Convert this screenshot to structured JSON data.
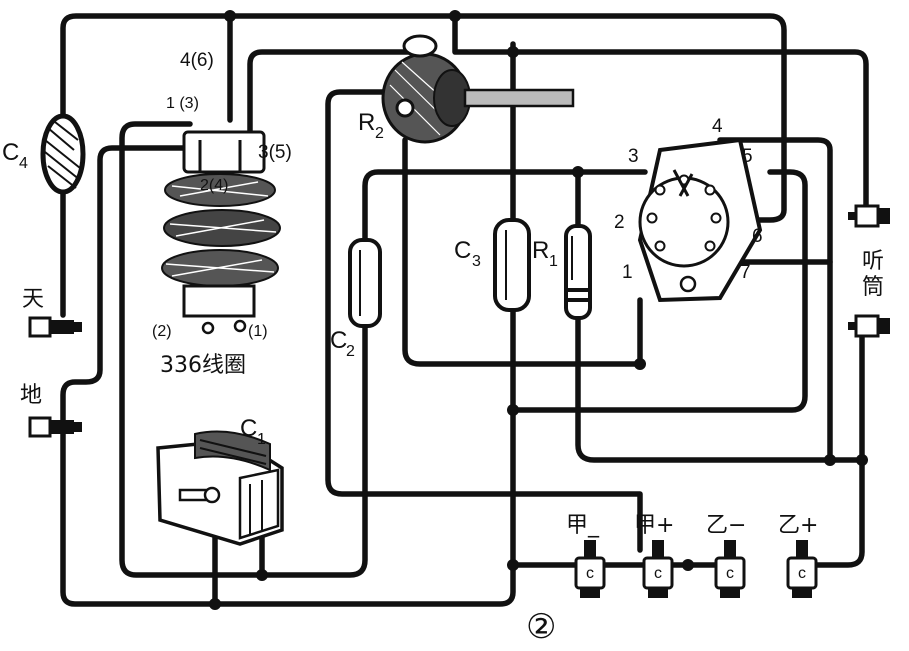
{
  "labels": {
    "c4": "C",
    "c4_sub": "4",
    "tian": "天",
    "di": "地",
    "coil_pin_1_3": "1 (3)",
    "coil_pin_4_6": "4(6)",
    "coil_pin_3_5": "3(5)",
    "coil_pin_2_4": "2(4)",
    "coil_pin_2": "(2)",
    "coil_pin_1": "(1)",
    "coil_name": "336线圈",
    "r2": "R",
    "r2_sub": "2",
    "c3": "C",
    "c3_sub": "3",
    "r1": "R",
    "r1_sub": "1",
    "c2": "C",
    "c2_sub": "2",
    "c1": "C",
    "c1_sub": "1",
    "tube_pin_1": "1",
    "tube_pin_2": "2",
    "tube_pin_3": "3",
    "tube_pin_4": "4",
    "tube_pin_5": "5",
    "tube_pin_6": "6",
    "tube_pin_7": "7",
    "headphone_1": "听",
    "headphone_2": "筒",
    "jia_minus": "甲_",
    "jia_plus": "甲+",
    "yi_minus": "乙−",
    "yi_plus": "乙+",
    "terminal_mark": "c",
    "figure_number": "②"
  }
}
